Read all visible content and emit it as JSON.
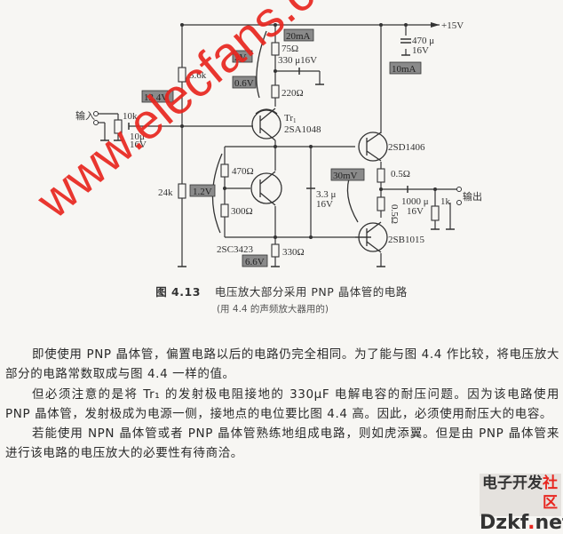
{
  "schematic": {
    "supply": "+15V",
    "input_label": "输入",
    "output_label": "输出",
    "components": {
      "r_bias_top": "5.6k",
      "r_bias_bottom": "24k",
      "pot": "10k",
      "c_in": [
        "10μ",
        "16V"
      ],
      "r_emitter_tr1": "75Ω",
      "c_emitter_tr1": "330 μ16V",
      "r_collector_tr1": "220Ω",
      "tr1_name": "Tr",
      "tr1_sub": "1",
      "tr1_part": "2SA1048",
      "r_vr": "470Ω",
      "r_300": "300Ω",
      "tr_bias_part": "2SC3423",
      "r_330": "330Ω",
      "c_33": [
        "3.3 μ",
        "16V"
      ],
      "c_supply": [
        "470 μ",
        "16V"
      ],
      "q_upper": "2SD1406",
      "q_lower": "2SB1015",
      "r_e_upper": "0.5Ω",
      "r_e_lower": "0.5Ω",
      "c_out": [
        "1000 μ",
        "16V"
      ],
      "r_load": "1k"
    },
    "annotations": {
      "i_tr1": "20mA",
      "v_2v": "2V",
      "v_06": "0.6V",
      "v_124": "12.4V",
      "v_12": "1.2V",
      "v_66": "6.6V",
      "v_30mv": "30mV",
      "i_10ma": "10mA"
    },
    "watermark": "www.elecfans.com"
  },
  "caption": {
    "figure_no": "图 4.13",
    "title": "电压放大部分采用 PNP 晶体管的电路",
    "subtitle": "(用 4.4 的声频放大器用的)"
  },
  "body": {
    "paragraphs": [
      "即使使用 PNP 晶体管，偏置电路以后的电路仍完全相同。为了能与图 4.4 作比较，将电压放大部分的电路常数取成与图 4.4 一样的值。",
      "但必须注意的是将 Tr₁ 的发射极电阻接地的 330μF 电解电容的耐压问题。因为该电路使用 PNP 晶体管，发射极成为电源一侧，接地点的电位要比图 4.4 高。因此，必须使用耐压大的电容。",
      "若能使用 NPN 晶体管或者 PNP 晶体管熟练地组成电路，则如虎添翼。但是由 PNP 晶体管来进行该电路的电压放大的必要性有待商洽。"
    ]
  },
  "logo": {
    "line1_black": "电子开发",
    "line1_red": "社区",
    "line2_a": "D",
    "line2_b": "zkf",
    "line2_dot": ".",
    "line2_c": "net"
  }
}
